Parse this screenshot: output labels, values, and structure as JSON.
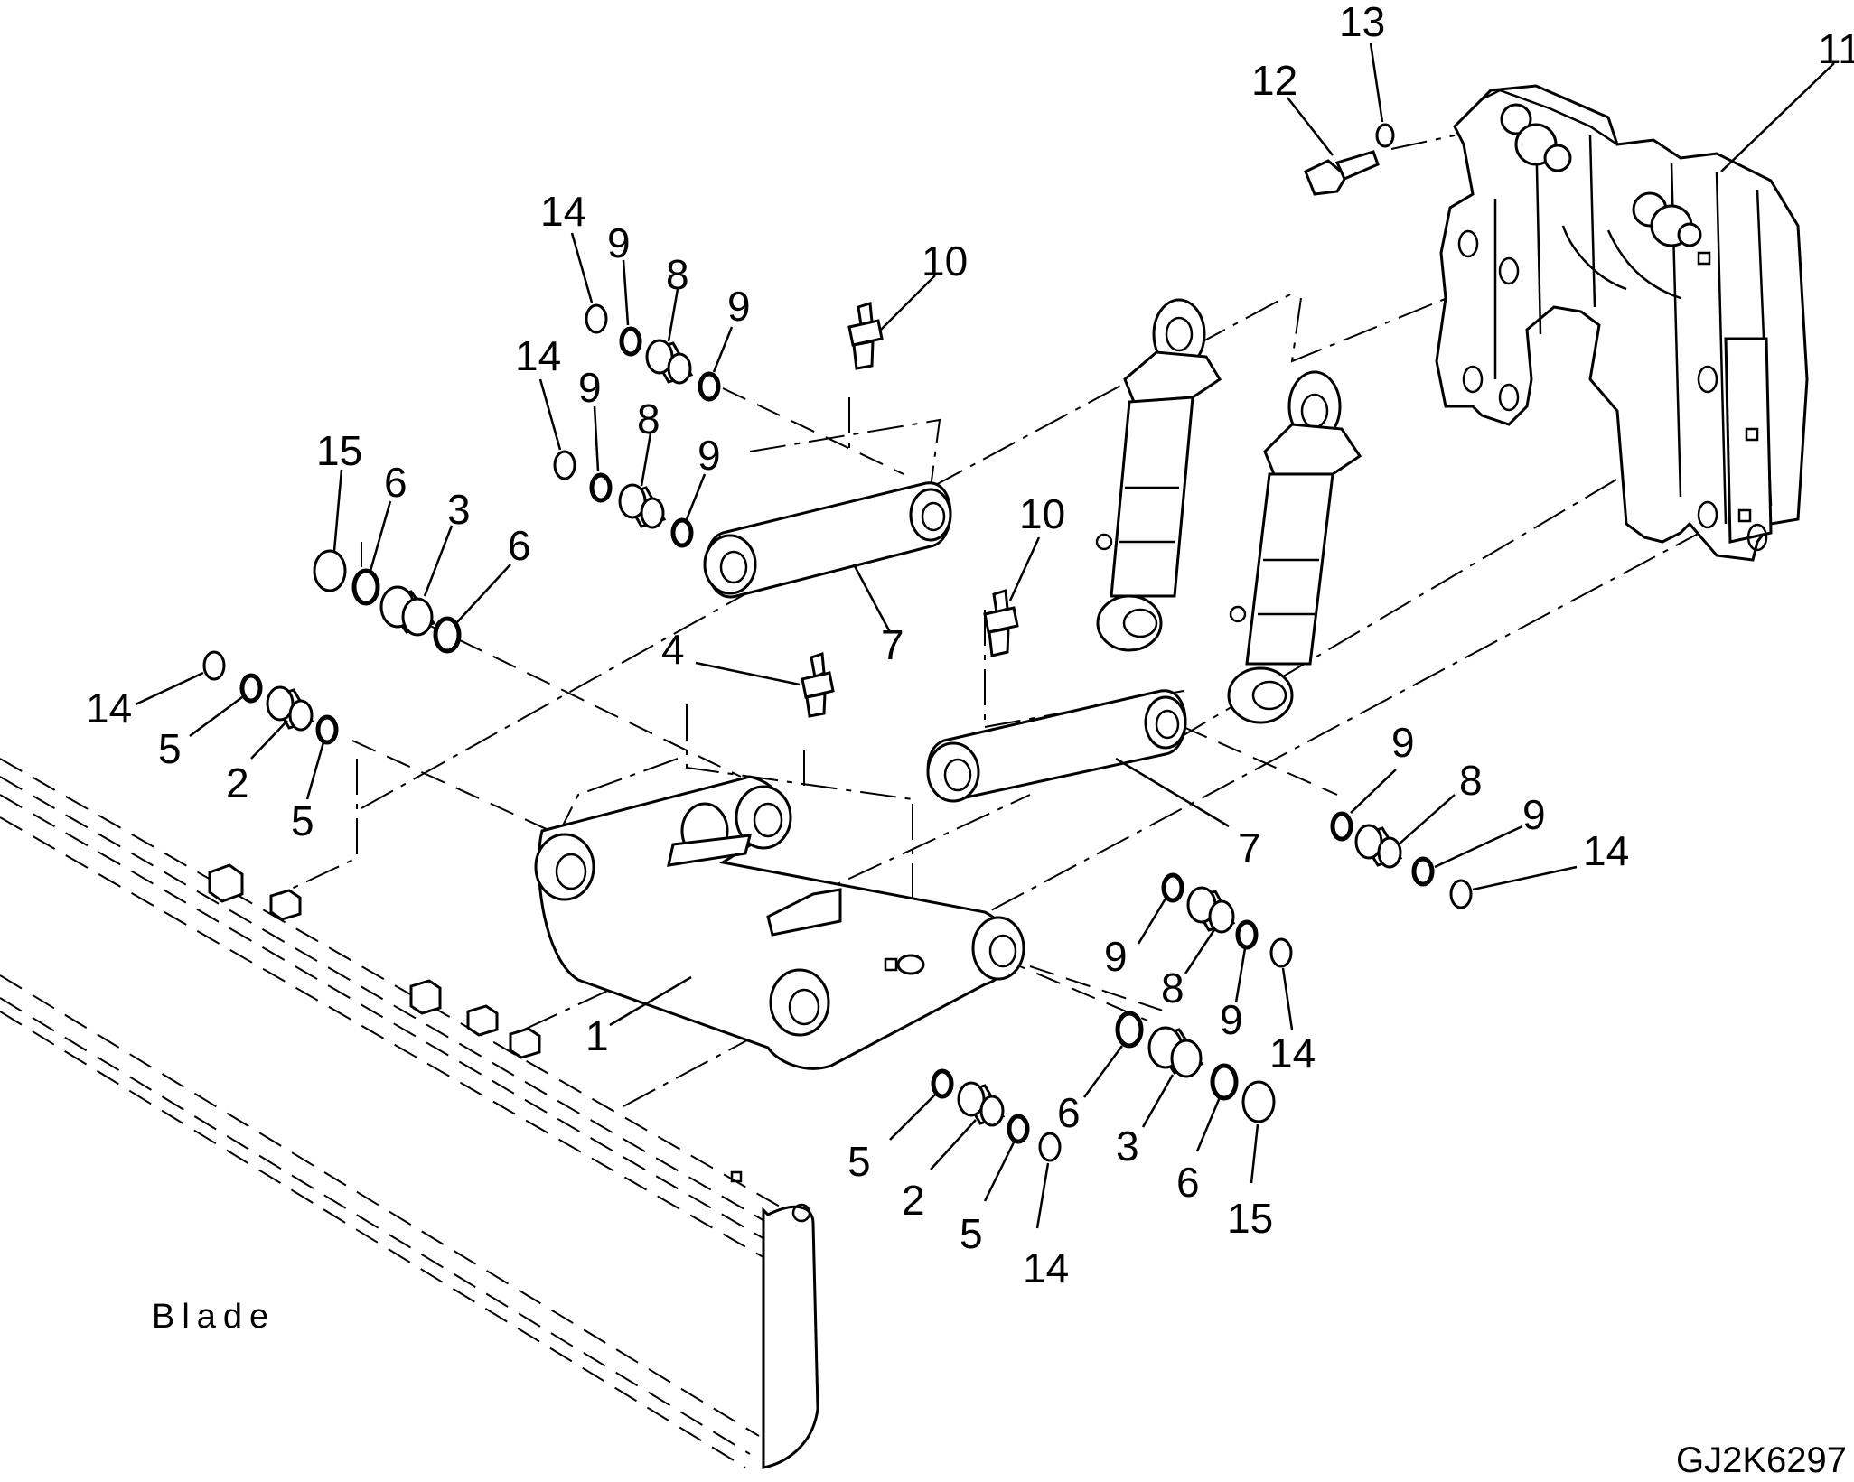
{
  "figure_id": "GJ2K6297",
  "blade_label": "Blade",
  "callouts": {
    "c1": "1",
    "c2a": "2",
    "c2b": "2",
    "c3a": "3",
    "c3b": "3",
    "c4": "4",
    "c5a": "5",
    "c5b": "5",
    "c5c": "5",
    "c5d": "5",
    "c6a": "6",
    "c6b": "6",
    "c6c": "6",
    "c6d": "6",
    "c7a": "7",
    "c7b": "7",
    "c8a": "8",
    "c8b": "8",
    "c8c": "8",
    "c8d": "8",
    "c9a": "9",
    "c9b": "9",
    "c9c": "9",
    "c9d": "9",
    "c9e": "9",
    "c9f": "9",
    "c9g": "9",
    "c9h": "9",
    "c10a": "10",
    "c10b": "10",
    "c11": "11",
    "c12": "12",
    "c13": "13",
    "c14a": "14",
    "c14b": "14",
    "c14c": "14",
    "c14d": "14",
    "c14e": "14",
    "c14f": "14",
    "c15a": "15",
    "c15b": "15"
  }
}
